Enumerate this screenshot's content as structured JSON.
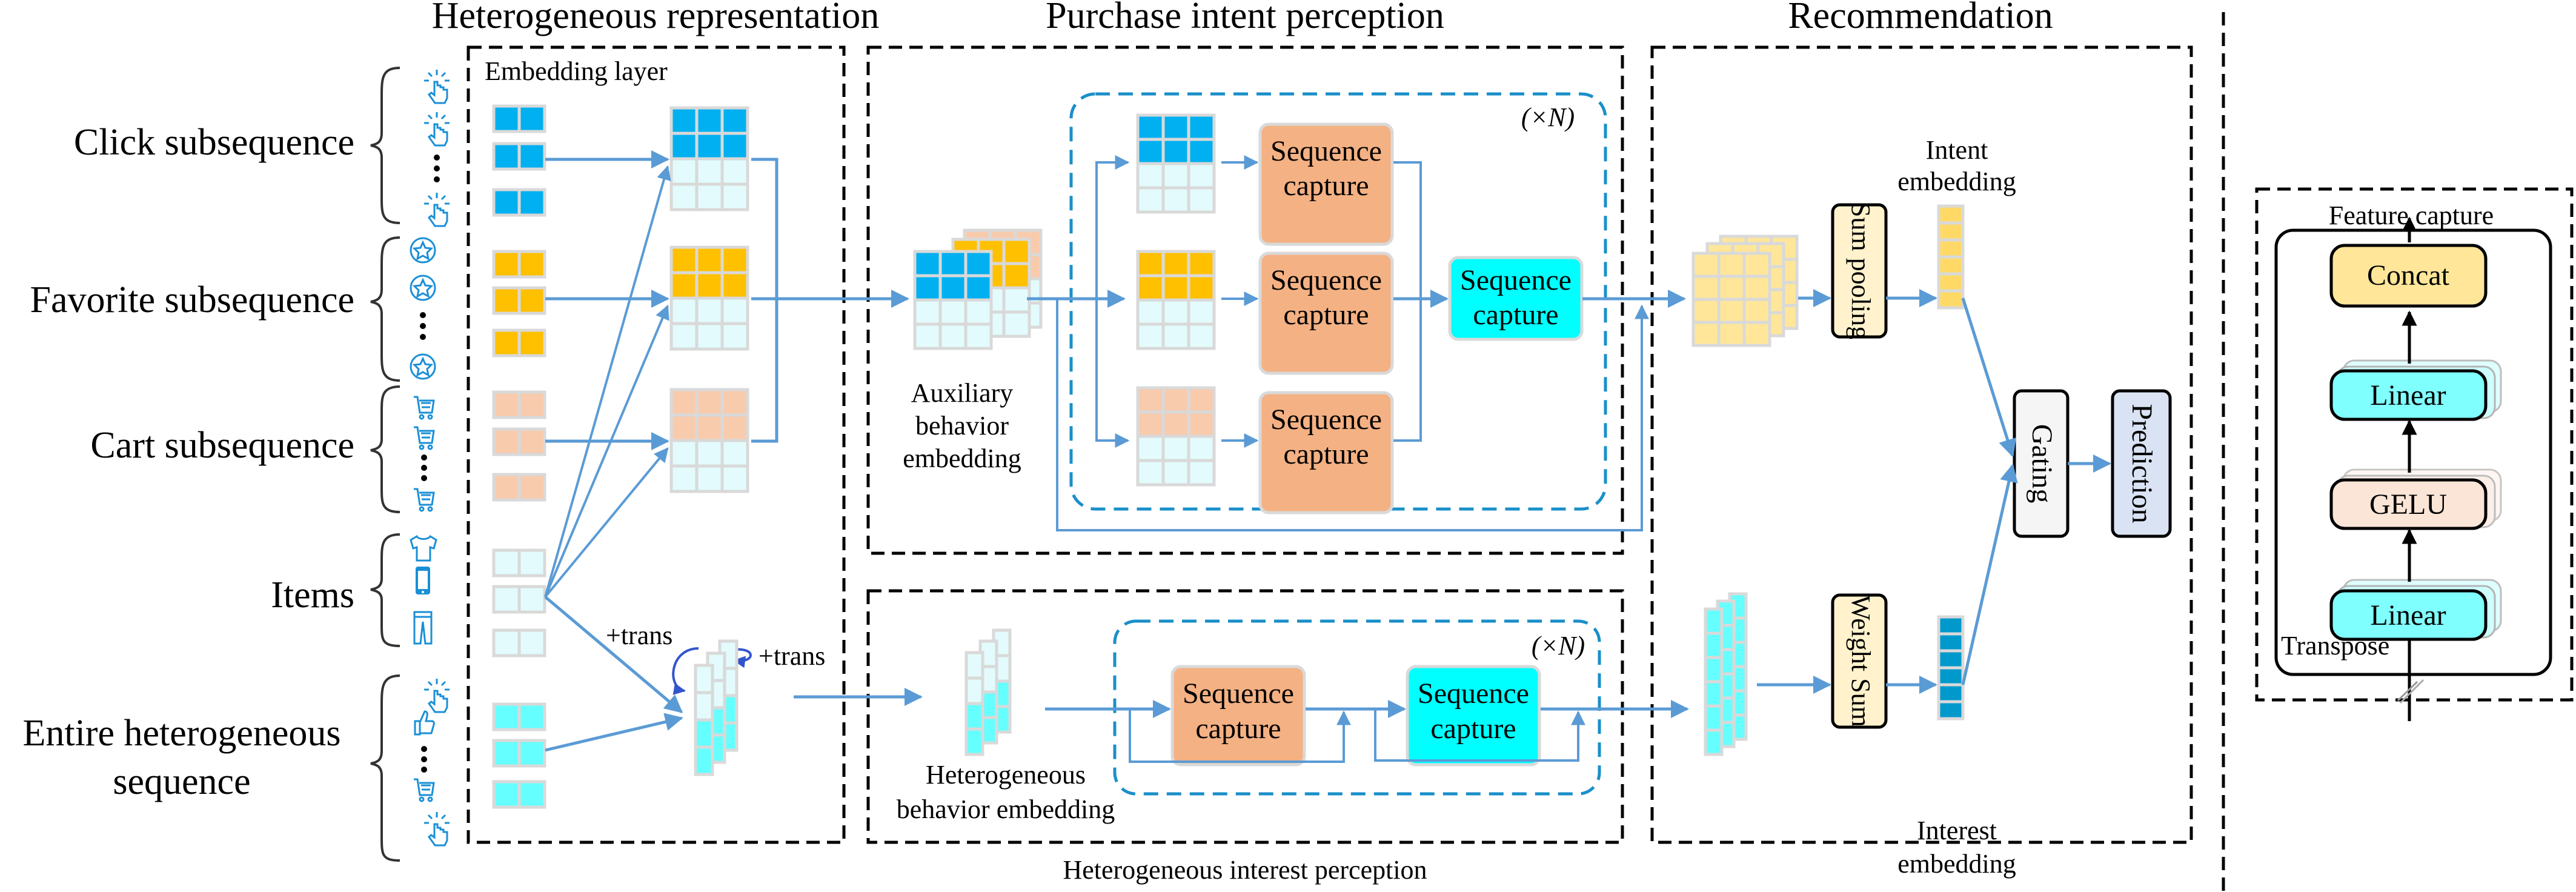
{
  "sections": {
    "heterogeneous_representation": "Heterogeneous representation",
    "purchase_intent_perception": "Purchase intent perception",
    "recommendation": "Recommendation",
    "heterogeneous_interest_perception": "Heterogeneous interest perception",
    "feature_capture": "Feature capture"
  },
  "inputs": [
    {
      "label": "Click subsequence",
      "icon": "click-hand-icon"
    },
    {
      "label": "Favorite subsequence",
      "icon": "favorite-star-icon"
    },
    {
      "label": "Cart subsequence",
      "icon": "shopping-cart-icon"
    },
    {
      "label": "Items",
      "icons": [
        "tshirt-icon",
        "smartphone-icon",
        "pants-icon"
      ]
    },
    {
      "label_line1": "Entire heterogeneous",
      "label_line2": "sequence",
      "icons": [
        "click-hand-icon",
        "thumbs-up-icon",
        "shopping-cart-icon",
        "click-hand-icon"
      ]
    }
  ],
  "labels": {
    "embedding_layer": "Embedding layer",
    "trans_1": "+trans",
    "trans_2": "+trans",
    "aux_line1": "Auxiliary",
    "aux_line2": "behavior",
    "aux_line3": "embedding",
    "het_line1": "Heterogeneous",
    "het_line2": "behavior embedding",
    "repeat_n": "(×N)",
    "intent_line1": "Intent",
    "intent_line2": "embedding",
    "interest_line1": "Interest",
    "interest_line2": "embedding",
    "transpose": "Transpose"
  },
  "blocks": {
    "sequence_capture_line1": "Sequence",
    "sequence_capture_line2": "capture",
    "sum_pooling": "Sum pooling",
    "weight_sum": "Weight Sum",
    "gating": "Gating",
    "prediction": "Prediction",
    "concat": "Concat",
    "linear_top": "Linear",
    "gelu": "GELU",
    "linear_bottom": "Linear"
  },
  "colors": {
    "click": "#00b0f0",
    "favorite": "#ffc000",
    "cart": "#f8cbad",
    "item": "#e3fbfc",
    "hetero": "#66ffff",
    "seq_capture_orange": "#f4b183",
    "seq_capture_cyan": "#00ffff",
    "sum_pool_bg": "#fff2cc",
    "intent_emb": "#ffd966",
    "interest_emb": "#0099cc",
    "gating_bg": "#f5f5f5",
    "prediction_bg": "#dae3f3",
    "concat_bg": "#ffe699",
    "linear_bg": "#80ffff",
    "gelu_bg": "#fbe5d6",
    "arrow": "#5b9bd5",
    "icon_blue": "#1a8fd6"
  }
}
